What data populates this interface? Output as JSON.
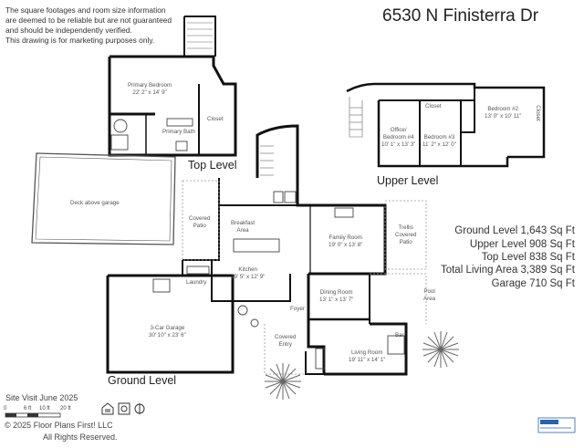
{
  "disclaimer": [
    "The square footages and room size information",
    "are deemed to be reliable but are not guaranteed",
    "and should be independently verified.",
    "This drawing is for marketing purposes only."
  ],
  "address": "6530 N Finisterra Dr",
  "levels": {
    "top": "Top Level",
    "upper": "Upper Level",
    "ground": "Ground Level"
  },
  "rooms": {
    "primary_bedroom": {
      "name": "Primary Bedroom",
      "size": "22' 2\" x 14' 9\""
    },
    "primary_bath": "Primary Bath",
    "closet_top": "Closet",
    "deck_above_garage": "Deck above garage",
    "office_bedroom4": {
      "name": "Office/",
      "name2": "Bedroom #4",
      "size": "10' 1\" x 13' 3\""
    },
    "closet_upper": "Closet",
    "bedroom3": {
      "name": "Bedroom #3",
      "size": "11' 2\" x 12' 0\""
    },
    "bedroom2": {
      "name": "Bedroom #2",
      "size": "13' 0\" x 10' 11\""
    },
    "closet_b2": "Closet",
    "covered_patio": {
      "name": "Covered",
      "name2": "Patio"
    },
    "breakfast_area": {
      "name": "Breakfast",
      "name2": "Area"
    },
    "family_room": {
      "name": "Family Room",
      "size": "19' 0\" x 13' 8\""
    },
    "trellis_patio": {
      "name": "Trellis",
      "name2": "Covered",
      "name3": "Patio"
    },
    "kitchen": {
      "name": "Kitchen",
      "size": "19' 5\" x 12' 9\""
    },
    "laundry": "Laundry",
    "garage": {
      "name": "3-Car Garage",
      "size": "30' 10\" x 23' 6\""
    },
    "dining_room": {
      "name": "Dining Room",
      "size": "13' 1\" x 13' 7\""
    },
    "pool_area": {
      "name": "Pool",
      "name2": "Area"
    },
    "foyer": "Foyer",
    "covered_entry": {
      "name": "Covered",
      "name2": "Entry"
    },
    "living_room": {
      "name": "Living Room",
      "size": "19' 11\" x 14' 1\""
    },
    "bar": "Bar"
  },
  "stats": [
    "Ground Level 1,643 Sq Ft",
    "Upper Level 908 Sq Ft",
    "Top Level 838 Sq Ft",
    "Total Living Area 3,389 Sq Ft",
    "Garage 710 Sq Ft"
  ],
  "footer": {
    "site_visit": "Site Visit June 2025",
    "scale": [
      "0",
      "6 ft",
      "10 ft",
      "20 ft"
    ],
    "copyright": "© 2025 Floor Plans First! LLC",
    "rights": "All Rights Reserved."
  },
  "colors": {
    "wall": "#111111",
    "thin": "#888888",
    "dashed": "#aaaaaa",
    "text": "#333333",
    "logo": "#2b62a8"
  },
  "icons": [
    "equal-housing-icon",
    "accessibility-icon",
    "compass-icon",
    "tree-icon",
    "logo-icon"
  ]
}
